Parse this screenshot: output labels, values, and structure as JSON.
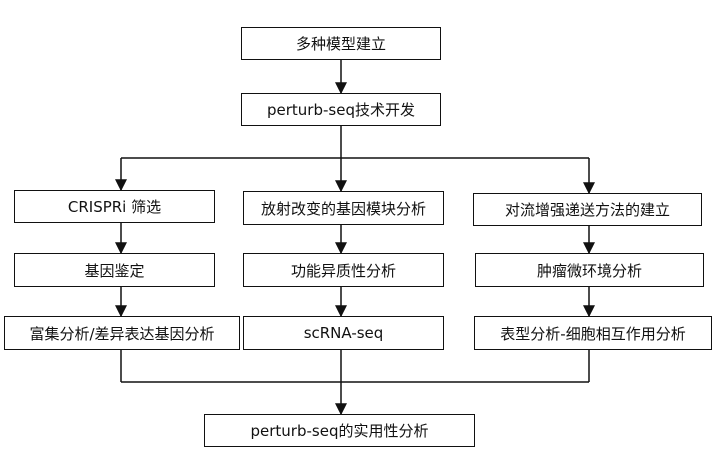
{
  "diagram": {
    "line_color": "#111111",
    "nodes": {
      "top": "多种模型建立",
      "tech": "perturb-seq技术开发",
      "left_1": "CRISPRi 筛选",
      "left_2": "基因鉴定",
      "left_3": "富集分析/差异表达基因分析",
      "mid_1": "放射改变的基因模块分析",
      "mid_2": "功能异质性分析",
      "mid_3": "scRNA-seq",
      "right_1": "对流增强递送方法的建立",
      "right_2": "肿瘤微环境分析",
      "right_3": "表型分析-细胞相互作用分析",
      "bottom": "perturb-seq的实用性分析"
    }
  }
}
